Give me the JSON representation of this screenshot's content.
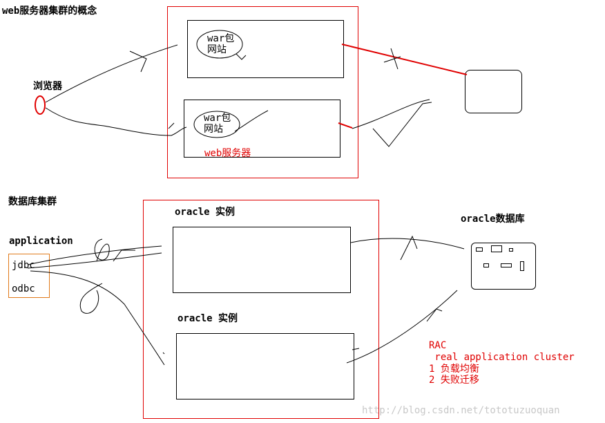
{
  "web": {
    "title": "web服务器集群的概念",
    "browser_label": "浏览器",
    "war_top_line1": "war包",
    "war_top_line2": "网站",
    "war_bottom_line1": "war包",
    "war_bottom_line2": "网站",
    "server_label": "web服务器"
  },
  "db": {
    "title": "数据库集群",
    "application_label": "application",
    "jdbc_label": "jdbc",
    "odbc_label": "odbc",
    "instance_top_label": "oracle 实例",
    "instance_bottom_label": "oracle 实例",
    "database_label": "oracle数据库"
  },
  "rac": {
    "line1": "RAC",
    "line2": " real application cluster",
    "line3": "1 负载均衡",
    "line4": "2 失败迁移"
  },
  "watermark": "http://blog.csdn.net/tototuzuoquan",
  "colors": {
    "red": "#e00000",
    "orange": "#e07818",
    "black": "#000000"
  }
}
